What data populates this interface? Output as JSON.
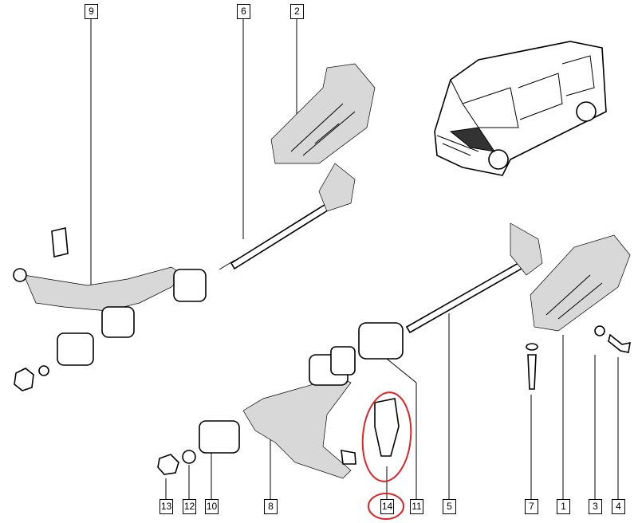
{
  "labels": {
    "l9": "9",
    "l6": "6",
    "l2": "2",
    "l13": "13",
    "l12": "12",
    "l10": "10",
    "l8": "8",
    "l14": "14",
    "l11": "11",
    "l5": "5",
    "l7": "7",
    "l1": "1",
    "l3": "3",
    "l4": "4"
  },
  "highlight_color": "#d9262b"
}
